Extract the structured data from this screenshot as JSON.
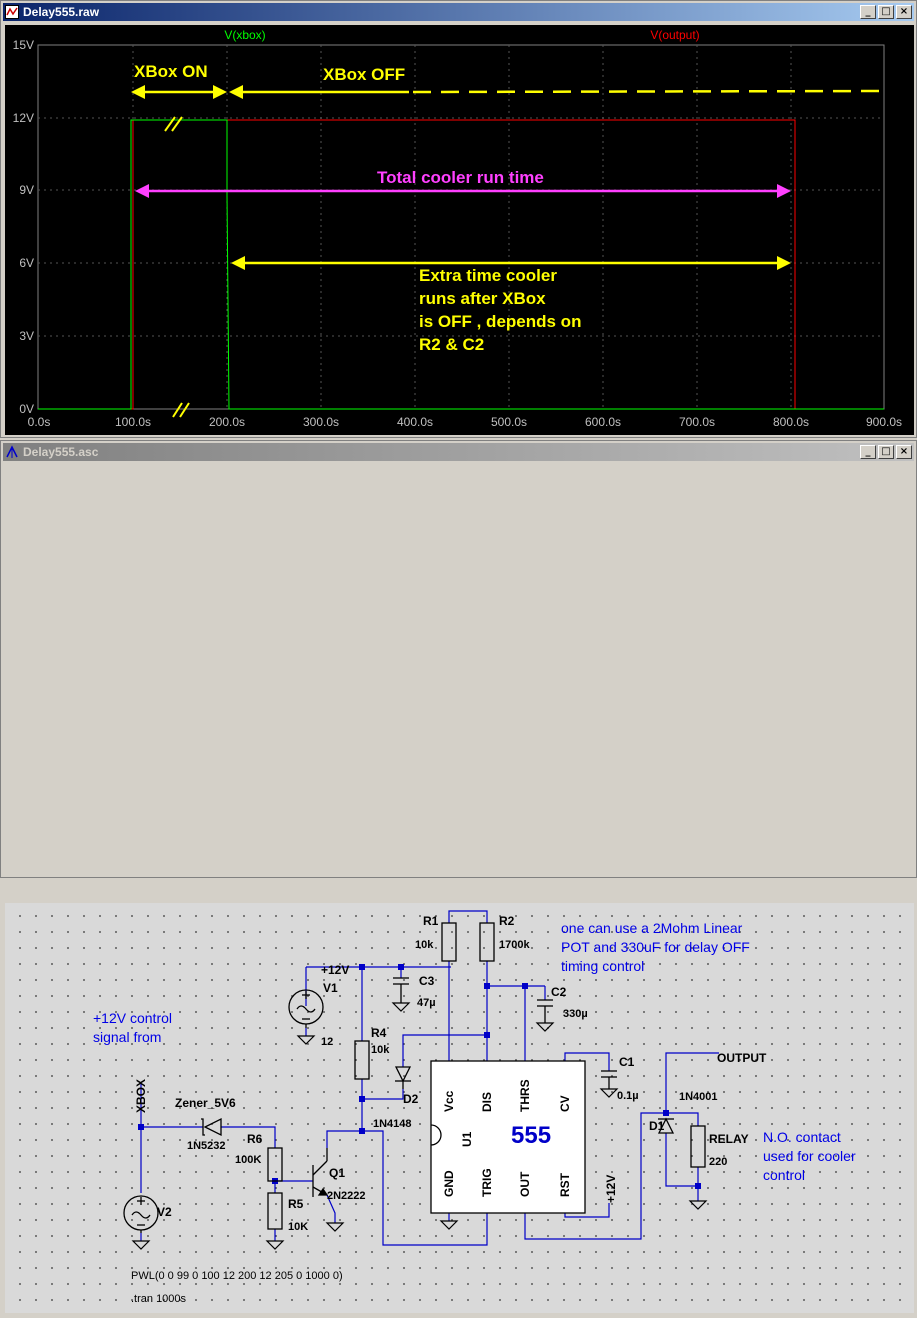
{
  "waveform_window": {
    "title": "Delay555.raw",
    "trace1_label": "V(xbox)",
    "trace2_label": "V(output)",
    "y_ticks": [
      "15V",
      "12V",
      "9V",
      "6V",
      "3V",
      "0V"
    ],
    "x_ticks": [
      "0.0s",
      "100.0s",
      "200.0s",
      "300.0s",
      "400.0s",
      "500.0s",
      "600.0s",
      "700.0s",
      "800.0s",
      "900.0s"
    ],
    "annotations": {
      "xbox_on": "XBox ON",
      "xbox_off": "XBox OFF",
      "total_run": "Total cooler run time",
      "extra_line1": "Extra time cooler",
      "extra_line2": "runs after XBox",
      "extra_line3": "is OFF , depends on",
      "extra_line4": "R2 & C2"
    },
    "colors": {
      "xbox": "#00ff00",
      "output": "#ff0000",
      "annot_yellow": "#ffff00",
      "annot_magenta": "#ff40ff",
      "grid": "#555555",
      "axis_text": "#c0c0c0"
    }
  },
  "schematic_window": {
    "title": "Delay555.asc",
    "note_pot_1": "one can use a 2Mohm Linear",
    "note_pot_2": "POT and 330uF for delay OFF",
    "note_pot_3": "timing control",
    "note_ctrl_1": "+12V control",
    "note_ctrl_2": "signal from",
    "note_relay_1": "N.O. contact",
    "note_relay_2": "used for cooler",
    "note_relay_3": "control",
    "labels": {
      "r1": "R1",
      "r1_val": "10k",
      "r2": "R2",
      "r2_val": "1700k",
      "c2": "C2",
      "c2_val": "330µ",
      "c3": "C3",
      "c3_val": "47µ",
      "c1": "C1",
      "c1_val": "0.1µ",
      "v1": "V1",
      "v1_val": "12",
      "v2": "V2",
      "plus12": "+12V",
      "r4": "R4",
      "r4_val": "10k",
      "d2": "D2",
      "d2_val": "1N4148",
      "xbox": "XBOX",
      "zener": "Zener_5V6",
      "zener_val": "1N5232",
      "r6": "R6",
      "r6_val": "100K",
      "r5": "R5",
      "r5_val": "10K",
      "q1": "Q1",
      "q1_val": "2N2222",
      "u1": "U1",
      "chip": "555",
      "vcc": "Vcc",
      "dis": "DIS",
      "thrs": "THRS",
      "cv": "CV",
      "gnd": "GND",
      "trig": "TRIG",
      "out": "OUT",
      "rst": "RST",
      "plus12_rst": "+12V",
      "output": "OUTPUT",
      "d1_val": "1N4001",
      "d1": "D1",
      "relay": "RELAY",
      "relay_val": "220",
      "pwl": "PWL(0 0 99 0 100 12 200 12 205 0 1000 0)",
      "tran": ".tran 1000s"
    }
  },
  "window_buttons": {
    "minimize": "_",
    "maximize": "□",
    "close": "×"
  }
}
